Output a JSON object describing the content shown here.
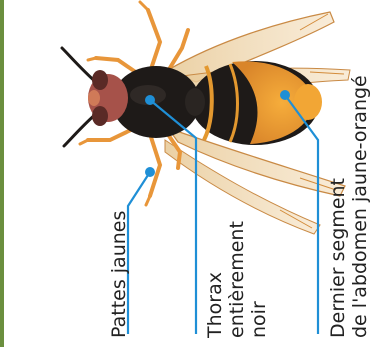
{
  "diagram": {
    "labels": {
      "legs": [
        "Pattes jaunes"
      ],
      "thorax": [
        "Thorax",
        "entièrement",
        "noir"
      ],
      "abdomen": [
        "Dernier segment",
        "de l'abdomen jaune-orangé"
      ]
    },
    "colors": {
      "leader_line": "#1f8fd6",
      "marker": "#1f8fd6",
      "body": "#1e1a18",
      "abdomen_band": "#e3982f",
      "abdomen_tip": "#f2a635",
      "legs": "#e8963a",
      "wings": "#e9c99a",
      "head": "#a6524a"
    }
  }
}
